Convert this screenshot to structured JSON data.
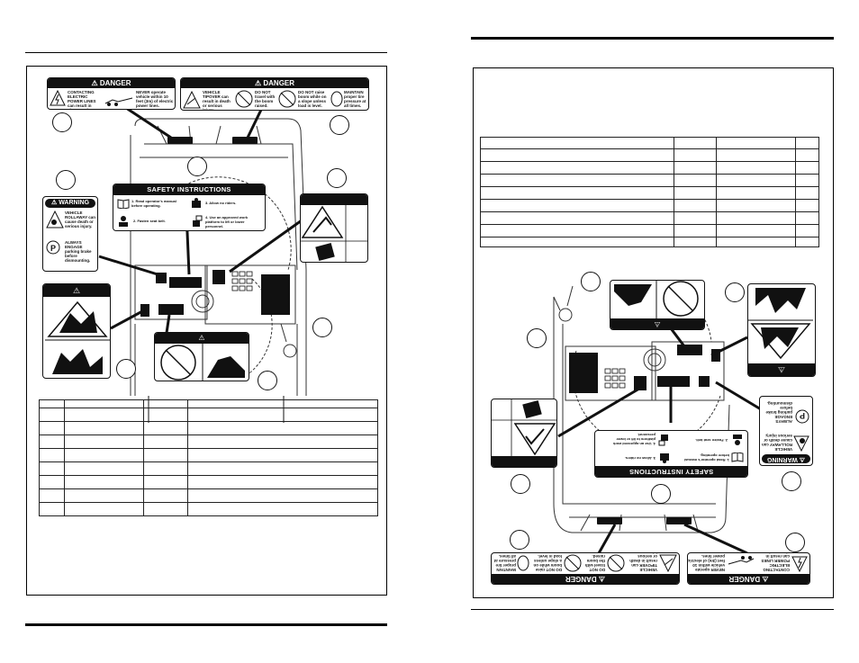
{
  "left_page": {
    "danger_decal_a": {
      "header": "DANGER",
      "cells": [
        "CONTACTING ELECTRIC POWER LINES can result in electrocution.",
        "NEVER operate vehicle within 10 feet (3m) of electric power lines."
      ]
    },
    "danger_decal_b": {
      "header": "DANGER",
      "cells": [
        "VEHICLE TIPOVER can result in death or serious injury.",
        "DO NOT travel with the boom raised.",
        "DO NOT raise boom while on a slope unless load is level.",
        "MAINTAIN proper tire pressure at all times."
      ]
    },
    "safety_instructions": {
      "title": "SAFETY INSTRUCTIONS",
      "items": [
        "1. Read operator's manual before operating.",
        "2. Fasten seat belt.",
        "3. Allow no riders.",
        "4. Use an approved work platform to lift or lower personnel."
      ]
    },
    "warning_decal": {
      "header": "WARNING",
      "cells": [
        "VEHICLE ROLLAWAY can cause death or serious injury.",
        "ALWAYS ENGAGE parking brake before dismounting."
      ]
    }
  },
  "right_page": {
    "safety_instructions": {
      "title": "SAFETY INSTRUCTIONS",
      "items": [
        "1. Read operator's manual before operating.",
        "2. Fasten seat belt.",
        "3. Allow no riders.",
        "4. Use an approved work platform to lift or lower personnel."
      ]
    },
    "warning_decal": {
      "header": "WARNING",
      "cells": [
        "VEHICLE ROLLAWAY can cause death or serious injury.",
        "ALWAYS ENGAGE parking brake before dismounting."
      ]
    },
    "danger_decal_a": {
      "header": "DANGER",
      "cells": [
        "CONTACTING ELECTRIC POWER LINES can result in electrocution.",
        "NEVER operate vehicle within 10 feet (3m) of electric power lines."
      ]
    },
    "danger_decal_b": {
      "header": "DANGER",
      "cells": [
        "VEHICLE TIPOVER can result in death or serious injury.",
        "DO NOT travel with the boom raised.",
        "DO NOT raise boom while on a slope unless load is level.",
        "MAINTAIN proper tire pressure at all times."
      ]
    }
  },
  "colors": {
    "ink": "#111111",
    "paper": "#ffffff"
  }
}
